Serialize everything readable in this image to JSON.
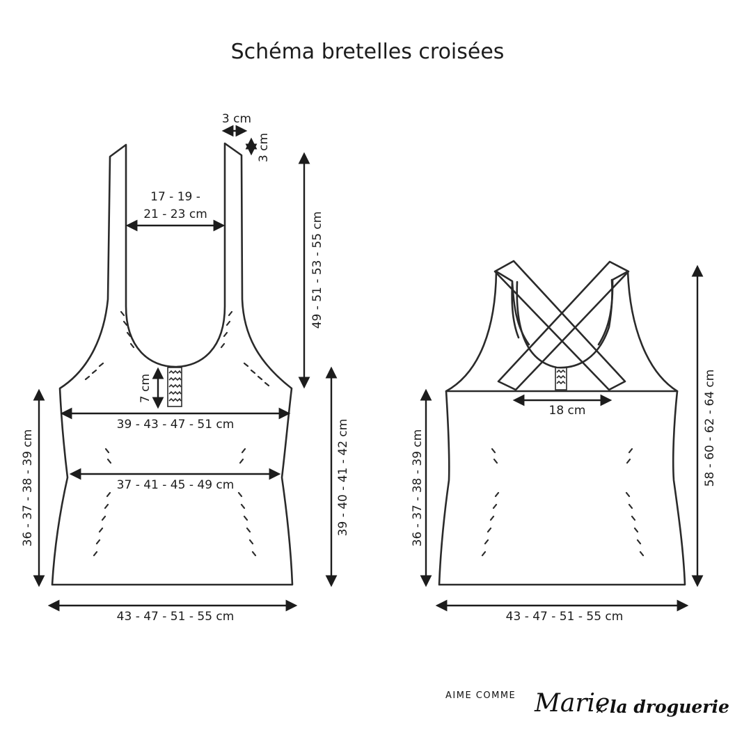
{
  "title": "Schéma bretelles croisées",
  "front": {
    "strap_width": "3 cm",
    "strap_drop": "3 cm",
    "neck_width_line1": "17 - 19 -",
    "neck_width_line2": "21 - 23 cm",
    "armhole_height": "49 - 51 - 53 - 55 cm",
    "placket": "7 cm",
    "chest": "39 - 43 - 47 - 51 cm",
    "waist": "37 - 41 - 45 - 49 cm",
    "side_length": "36 - 37 - 38 - 39 cm",
    "center_length": "39 - 40 - 41 - 42 cm",
    "hem": "43 - 47 - 51 - 55 cm"
  },
  "back": {
    "strap_spacing": "18 cm",
    "side_length": "36 - 37 - 38 - 39 cm",
    "total_length": "58 - 60 - 62 - 64 cm",
    "hem": "43 - 47 - 51 - 55 cm"
  },
  "brand": {
    "aime_comme": "Aime Comme",
    "marie": "Marie",
    "x": "x",
    "la_droguerie": "la droguerie"
  }
}
